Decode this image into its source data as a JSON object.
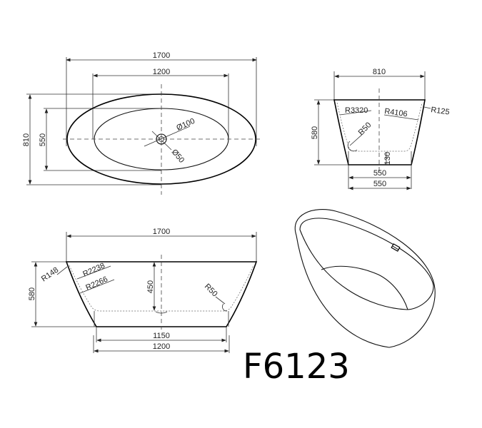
{
  "drawing": {
    "model_number": "F6123",
    "top_view": {
      "overall_length": "1700",
      "inner_length": "1200",
      "overall_width": "810",
      "inner_width": "550",
      "drain_outer": "Ø100",
      "drain_inner": "Ø50"
    },
    "side_view": {
      "top_width": "810",
      "height": "580",
      "radius_left": "R3320",
      "radius_right": "R4106",
      "radius_rim": "R125",
      "radius_bottom": "R50",
      "base_height": "130",
      "base_width_inner": "550",
      "base_width_outer": "550"
    },
    "front_view": {
      "overall_length": "1700",
      "height": "580",
      "inner_depth": "450",
      "radius_rim": "R148",
      "radius_inner": "R2238",
      "radius_outer": "R2266",
      "radius_bottom": "R50",
      "base_inner": "1150",
      "base_outer": "1200"
    },
    "perspective_view": {
      "icon": "overflow-icon"
    }
  }
}
